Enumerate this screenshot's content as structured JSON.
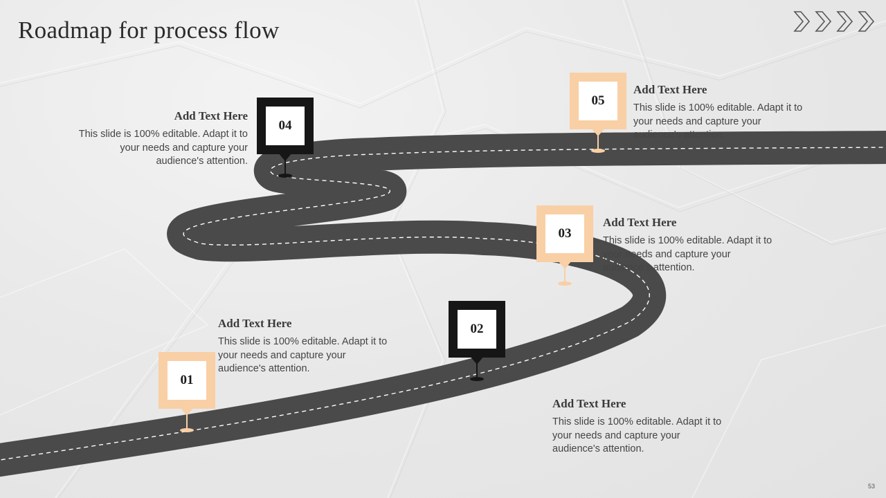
{
  "slide": {
    "title": "Roadmap for process flow",
    "page_number": "53"
  },
  "colors": {
    "road": "#4a4a4a",
    "road_dash": "#ffffff",
    "accent_peach": "#f9cfa6",
    "accent_dark": "#161616"
  },
  "icons": {
    "header_decoration": "chevron-right-icon"
  },
  "steps": [
    {
      "number": "01",
      "heading": "Add Text Here",
      "body": "This slide is 100% editable. Adapt it to your needs and capture your audience's attention."
    },
    {
      "number": "02",
      "heading": "Add Text Here",
      "body": "This slide is 100% editable. Adapt it to your needs and capture your audience's attention."
    },
    {
      "number": "03",
      "heading": "Add Text Here",
      "body": "This slide is 100% editable. Adapt it to your needs and capture your audience's attention."
    },
    {
      "number": "04",
      "heading": "Add Text Here",
      "body": "This slide is 100% editable. Adapt it to your needs and capture your audience's attention."
    },
    {
      "number": "05",
      "heading": "Add Text Here",
      "body": "This slide is 100% editable. Adapt it to your needs and capture your audience's attention."
    }
  ]
}
